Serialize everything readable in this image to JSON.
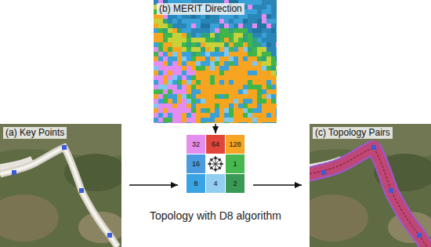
{
  "diagram": {
    "nodes": [
      {
        "text": [
          "(b) MERIT Direction"
        ]
      },
      {
        "text": [
          "(a) Key Points"
        ]
      },
      {
        "text": [
          "Topology with D8 algorithm"
        ]
      },
      {
        "text": [
          "32"
        ],
        "in": 2
      },
      {
        "text": [
          "64"
        ],
        "in": 2
      },
      {
        "text": [
          "128"
        ],
        "in": 2
      },
      {
        "text": [
          "16"
        ],
        "in": 2
      },
      {
        "text": [
          "1"
        ],
        "in": 2
      },
      {
        "text": [
          "8"
        ],
        "in": 2
      },
      {
        "text": [
          "4"
        ],
        "in": 2
      },
      {
        "text": [
          "2"
        ],
        "in": 2
      },
      {
        "text": [
          "(c) Topology Pairs"
        ]
      }
    ],
    "edges": [
      {
        "from": 0,
        "to": 2,
        "arrow": "to"
      },
      {
        "from": 1,
        "to": 2,
        "arrow": "to"
      },
      {
        "from": 2,
        "to": 11,
        "arrow": "to"
      }
    ]
  }
}
